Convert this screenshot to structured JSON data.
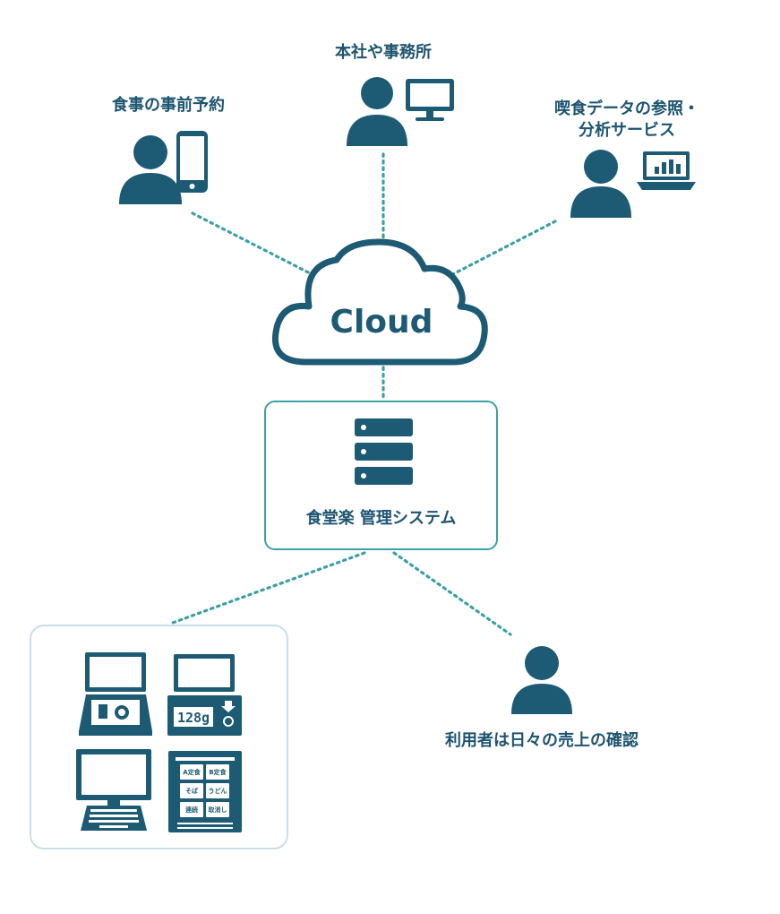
{
  "colors": {
    "primary": "#1d5a74",
    "dotted_line": "#3ea0a3",
    "device_border": "#c8dfe7",
    "label_text": "#1d5470"
  },
  "nodes": {
    "headquarters": {
      "label": "本社や事務所",
      "icons": [
        "person-icon",
        "monitor-icon"
      ]
    },
    "reservation": {
      "label": "食事の事前予約",
      "icons": [
        "person-icon",
        "smartphone-icon"
      ]
    },
    "analysis": {
      "label_line1": "喫食データの参照・",
      "label_line2": "分析サービス",
      "icons": [
        "person-icon",
        "laptop-chart-icon"
      ]
    },
    "cloud": {
      "label": "Cloud",
      "icons": [
        "cloud-icon"
      ]
    },
    "system": {
      "label": "食堂楽 管理システム",
      "icons": [
        "server-icon"
      ]
    },
    "user": {
      "label": "利用者は日々の売上の確認",
      "icons": [
        "person-icon"
      ]
    },
    "devices": {
      "icons": [
        "pos-register-icon",
        "scale-terminal-icon",
        "desktop-pc-icon",
        "ticket-machine-icon"
      ],
      "scale_display": "128g",
      "ticket_buttons": [
        "A定食",
        "B定食",
        "そば",
        "うどん",
        "連続",
        "取消し"
      ]
    }
  },
  "connections": [
    {
      "from": "cloud",
      "to": "headquarters"
    },
    {
      "from": "cloud",
      "to": "reservation"
    },
    {
      "from": "cloud",
      "to": "analysis"
    },
    {
      "from": "cloud",
      "to": "system"
    },
    {
      "from": "system",
      "to": "devices"
    },
    {
      "from": "system",
      "to": "user"
    }
  ]
}
